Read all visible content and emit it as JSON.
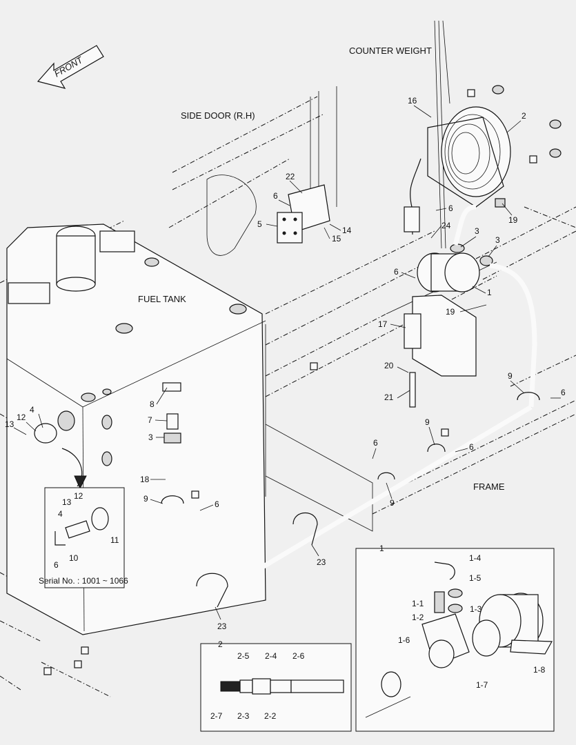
{
  "labels": {
    "front": "FRONT",
    "counter_weight": "COUNTER WEIGHT",
    "side_door": "SIDE DOOR (R.H)",
    "fuel_tank": "FUEL TANK",
    "frame": "FRAME",
    "serial": "Serial No. : 1001 ~ 1066"
  },
  "callouts_main": [
    {
      "id": "c16",
      "text": "16"
    },
    {
      "id": "c2",
      "text": "2"
    },
    {
      "id": "c19a",
      "text": "19"
    },
    {
      "id": "c6a",
      "text": "6"
    },
    {
      "id": "c24",
      "text": "24"
    },
    {
      "id": "c3a",
      "text": "3"
    },
    {
      "id": "c3b",
      "text": "3"
    },
    {
      "id": "c6b",
      "text": "6"
    },
    {
      "id": "c1",
      "text": "1"
    },
    {
      "id": "c19b",
      "text": "19"
    },
    {
      "id": "c17",
      "text": "17"
    },
    {
      "id": "c20",
      "text": "20"
    },
    {
      "id": "c21",
      "text": "21"
    },
    {
      "id": "c9a",
      "text": "9"
    },
    {
      "id": "c6c",
      "text": "6"
    },
    {
      "id": "c9b",
      "text": "9"
    },
    {
      "id": "c6d",
      "text": "6"
    },
    {
      "id": "c6e",
      "text": "6"
    },
    {
      "id": "c9c",
      "text": "9"
    },
    {
      "id": "c22",
      "text": "22"
    },
    {
      "id": "c6f",
      "text": "6"
    },
    {
      "id": "c5",
      "text": "5"
    },
    {
      "id": "c14",
      "text": "14"
    },
    {
      "id": "c15",
      "text": "15"
    },
    {
      "id": "c8",
      "text": "8"
    },
    {
      "id": "c7",
      "text": "7"
    },
    {
      "id": "c3c",
      "text": "3"
    },
    {
      "id": "c18",
      "text": "18"
    },
    {
      "id": "c9d",
      "text": "9"
    },
    {
      "id": "c6g",
      "text": "6"
    },
    {
      "id": "c23a",
      "text": "23"
    },
    {
      "id": "c23b",
      "text": "23"
    },
    {
      "id": "c4a",
      "text": "4"
    },
    {
      "id": "c12a",
      "text": "12"
    },
    {
      "id": "c13a",
      "text": "13"
    }
  ],
  "inset_serial": {
    "callouts": [
      {
        "id": "s13",
        "text": "13"
      },
      {
        "id": "s12",
        "text": "12"
      },
      {
        "id": "s4",
        "text": "4"
      },
      {
        "id": "s11",
        "text": "11"
      },
      {
        "id": "s6",
        "text": "6"
      },
      {
        "id": "s10",
        "text": "10"
      }
    ]
  },
  "inset_pump": {
    "title": "1",
    "callouts": [
      {
        "id": "p14",
        "text": "1-4"
      },
      {
        "id": "p15",
        "text": "1-5"
      },
      {
        "id": "p11",
        "text": "1-1"
      },
      {
        "id": "p13",
        "text": "1-3"
      },
      {
        "id": "p12",
        "text": "1-2"
      },
      {
        "id": "p16",
        "text": "1-6"
      },
      {
        "id": "p17",
        "text": "1-7"
      },
      {
        "id": "p18",
        "text": "1-8"
      }
    ]
  },
  "inset_hose": {
    "title": "2",
    "callouts": [
      {
        "id": "h25",
        "text": "2-5"
      },
      {
        "id": "h24",
        "text": "2-4"
      },
      {
        "id": "h26",
        "text": "2-6"
      },
      {
        "id": "h27",
        "text": "2-7"
      },
      {
        "id": "h23",
        "text": "2-3"
      },
      {
        "id": "h22",
        "text": "2-2"
      }
    ]
  }
}
